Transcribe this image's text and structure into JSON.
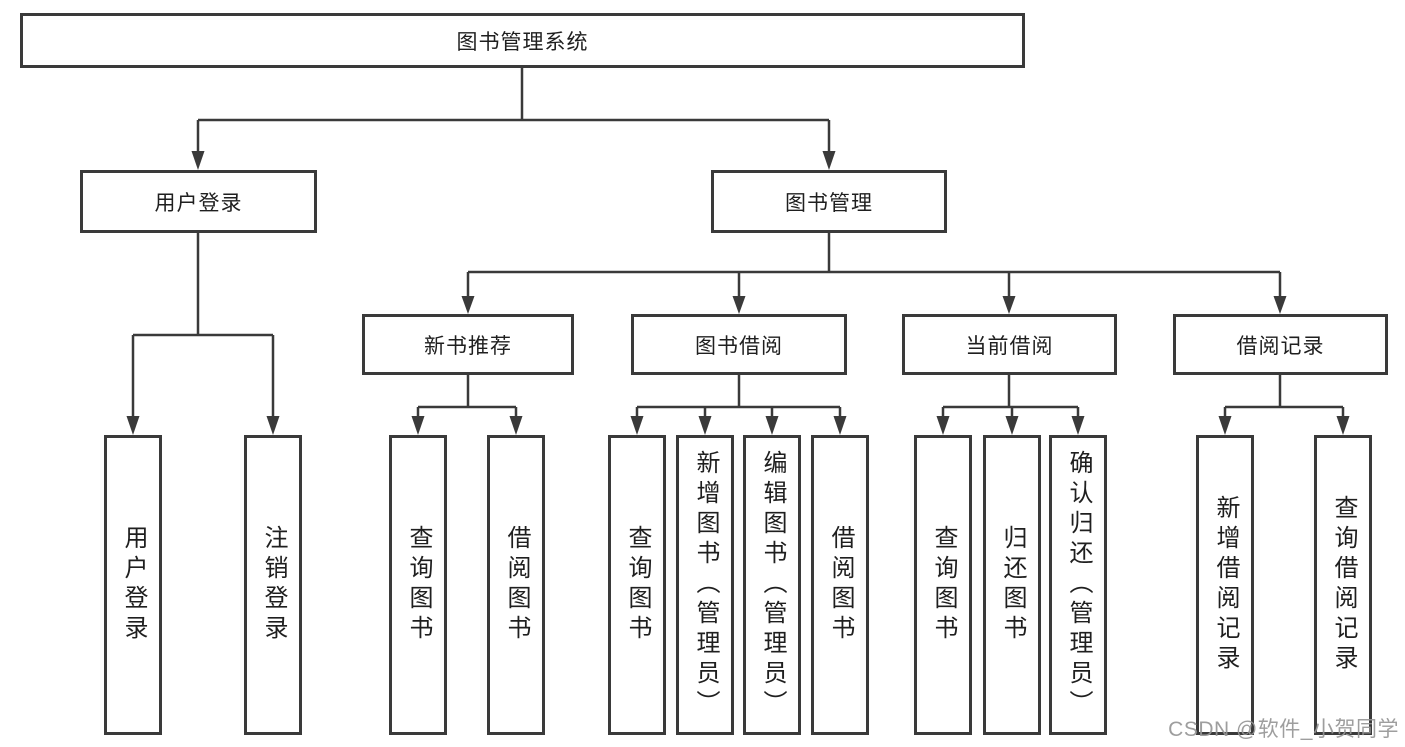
{
  "diagram": {
    "root": {
      "label": "图书管理系统"
    },
    "level2": [
      {
        "label": "用户登录"
      },
      {
        "label": "图书管理"
      }
    ],
    "level3": [
      {
        "label": "新书推荐",
        "parent": "图书管理"
      },
      {
        "label": "图书借阅",
        "parent": "图书管理"
      },
      {
        "label": "当前借阅",
        "parent": "图书管理"
      },
      {
        "label": "借阅记录",
        "parent": "图书管理"
      }
    ],
    "leaves": [
      {
        "label": "用户登录",
        "parent": "用户登录"
      },
      {
        "label": "注销登录",
        "parent": "用户登录"
      },
      {
        "label": "查询图书",
        "parent": "新书推荐"
      },
      {
        "label": "借阅图书",
        "parent": "新书推荐"
      },
      {
        "label": "查询图书",
        "parent": "图书借阅"
      },
      {
        "label": "新增图书（管理员）",
        "parent": "图书借阅"
      },
      {
        "label": "编辑图书（管理员）",
        "parent": "图书借阅"
      },
      {
        "label": "借阅图书",
        "parent": "图书借阅"
      },
      {
        "label": "查询图书",
        "parent": "当前借阅"
      },
      {
        "label": "归还图书",
        "parent": "当前借阅"
      },
      {
        "label": "确认归还（管理员）",
        "parent": "当前借阅"
      },
      {
        "label": "新增借阅记录",
        "parent": "借阅记录"
      },
      {
        "label": "查询借阅记录",
        "parent": "借阅记录"
      }
    ]
  },
  "watermark": {
    "text": "CSDN @软件_小贺同学"
  },
  "colors": {
    "line": "#3a3a3a",
    "box_border": "#3a3a3a",
    "text": "#1f1f1f",
    "watermark": "#969696",
    "background": "#ffffff"
  }
}
